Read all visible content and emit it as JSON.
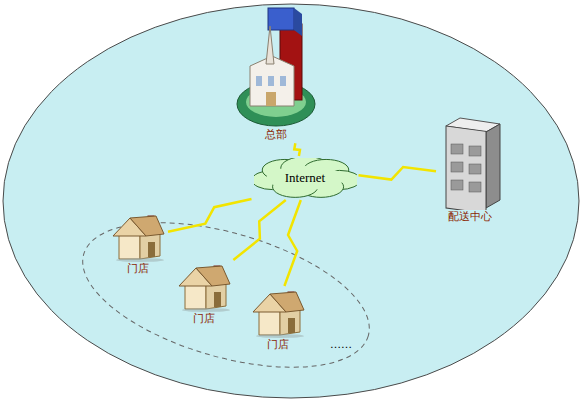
{
  "diagram": {
    "nodes": [
      {
        "text": [
          "总部"
        ]
      },
      {
        "text": [
          "Internet"
        ]
      },
      {
        "text": [
          "配送中心"
        ]
      },
      {
        "text": [
          "门店"
        ]
      },
      {
        "text": [
          "门店"
        ]
      },
      {
        "text": [
          "门店"
        ]
      }
    ],
    "edges": [
      {
        "from": 0,
        "to": 1,
        "arrow": "none"
      },
      {
        "from": 1,
        "to": 2,
        "arrow": "none"
      },
      {
        "from": 3,
        "to": 1,
        "arrow": "none"
      },
      {
        "from": 4,
        "to": 1,
        "arrow": "none"
      },
      {
        "from": 5,
        "to": 1,
        "arrow": "none"
      }
    ],
    "labels": [
      "……"
    ]
  }
}
